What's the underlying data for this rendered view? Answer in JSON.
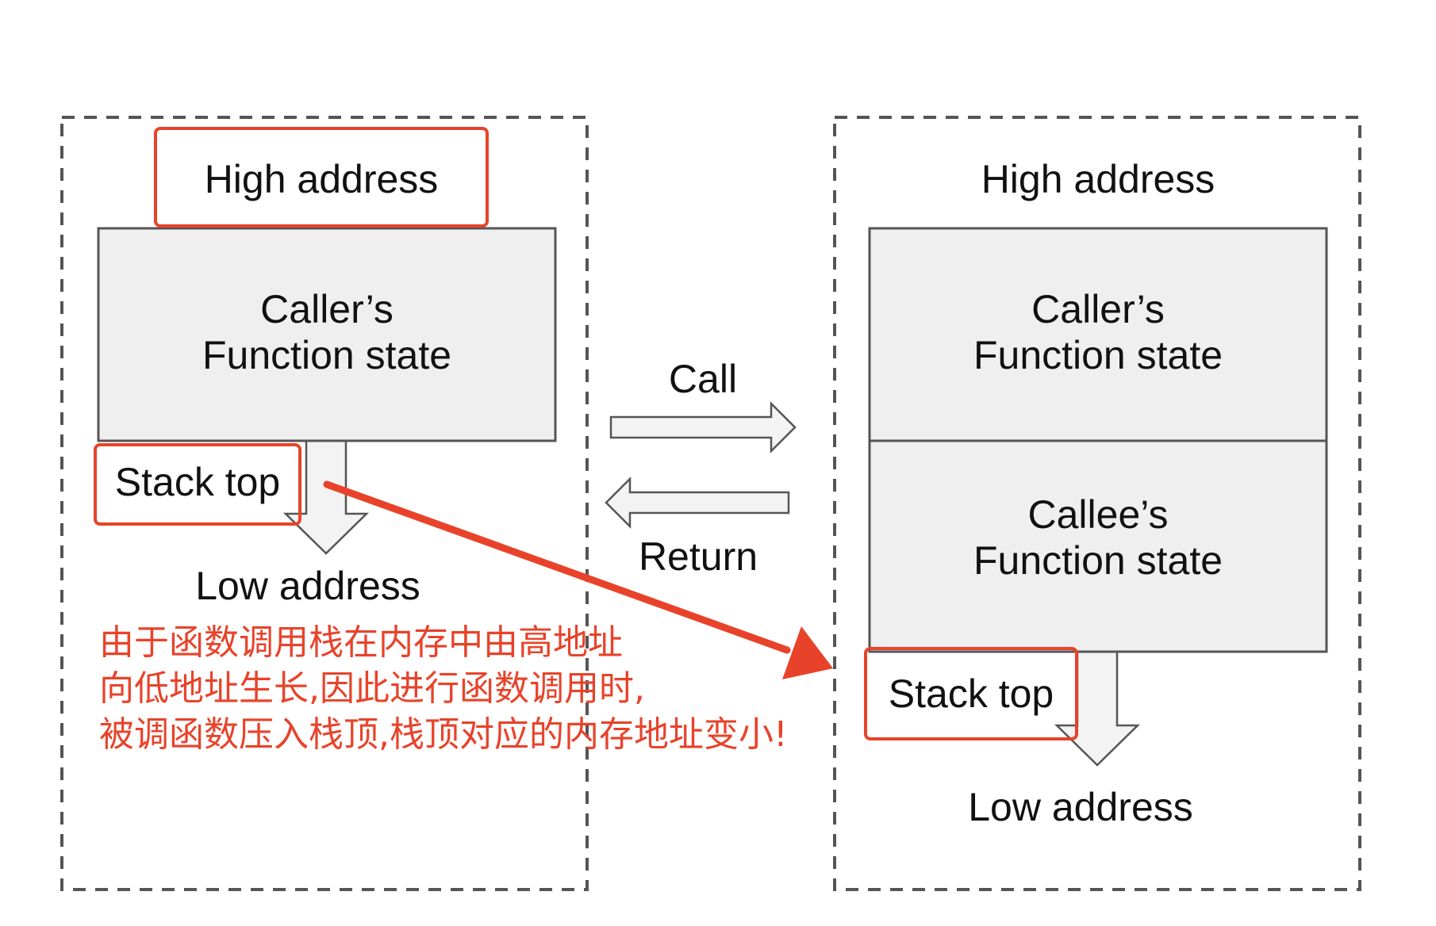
{
  "left_panel": {
    "high_address": "High address",
    "frame_line1": "Caller’s",
    "frame_line2": "Function state",
    "stack_top": "Stack top",
    "low_address": "Low address"
  },
  "right_panel": {
    "high_address": "High address",
    "caller_line1": "Caller’s",
    "caller_line2": "Function state",
    "callee_line1": "Callee’s",
    "callee_line2": "Function state",
    "stack_top": "Stack top",
    "low_address": "Low address"
  },
  "middle": {
    "call_label": "Call",
    "return_label": "Return"
  },
  "annotation": {
    "lines": [
      "由于函数调用栈在内存中由高地址",
      "向低地址生长,因此进行函数调用时,",
      "被调函数压入栈顶,栈顶对应的内存地址变小!"
    ]
  },
  "colors": {
    "highlight": "#e8432a",
    "frame_fill": "#efefef",
    "frame_stroke": "#555555",
    "dashed_border": "#555555",
    "arrow_fill": "#f3f3f3"
  }
}
